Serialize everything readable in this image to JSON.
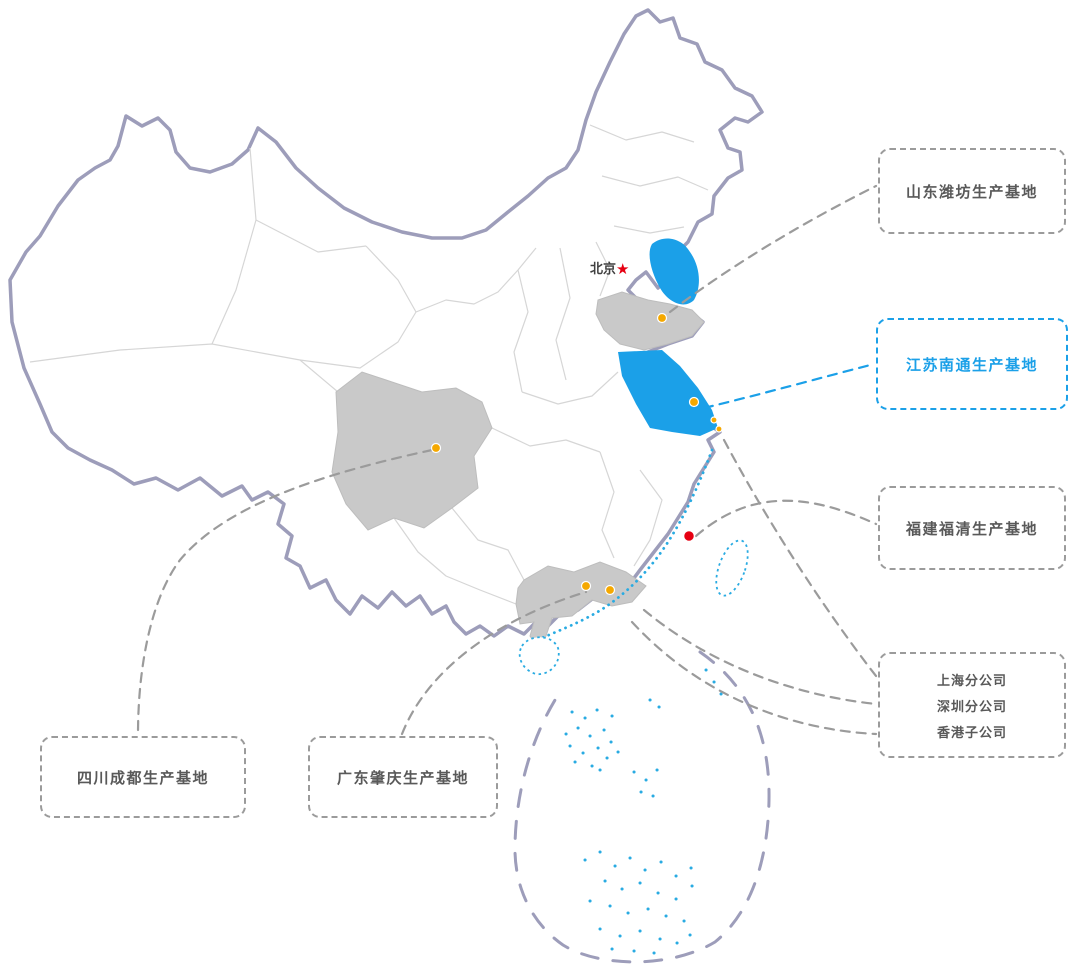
{
  "map": {
    "beijing_label": "北京",
    "beijing_star": "★"
  },
  "callouts": {
    "shandong": {
      "label": "山东潍坊生产基地"
    },
    "jiangsu": {
      "label": "江苏南通生产基地"
    },
    "fujian": {
      "label": "福建福清生产基地"
    },
    "offices": {
      "lines": [
        "上海分公司",
        "深圳分公司",
        "香港子公司"
      ]
    },
    "sichuan": {
      "label": "四川成都生产基地"
    },
    "guangdong": {
      "label": "广东肇庆生产基地"
    }
  },
  "colors": {
    "accent-blue": "#1ba0e8",
    "province-gray": "#c9c9c9",
    "map-outline": "#9d9dba",
    "connector-gray": "#9b9b9b",
    "marker-yellow": "#f5a800",
    "marker-red": "#e60012",
    "label-text": "#595959",
    "island-blue": "#29abe2"
  }
}
